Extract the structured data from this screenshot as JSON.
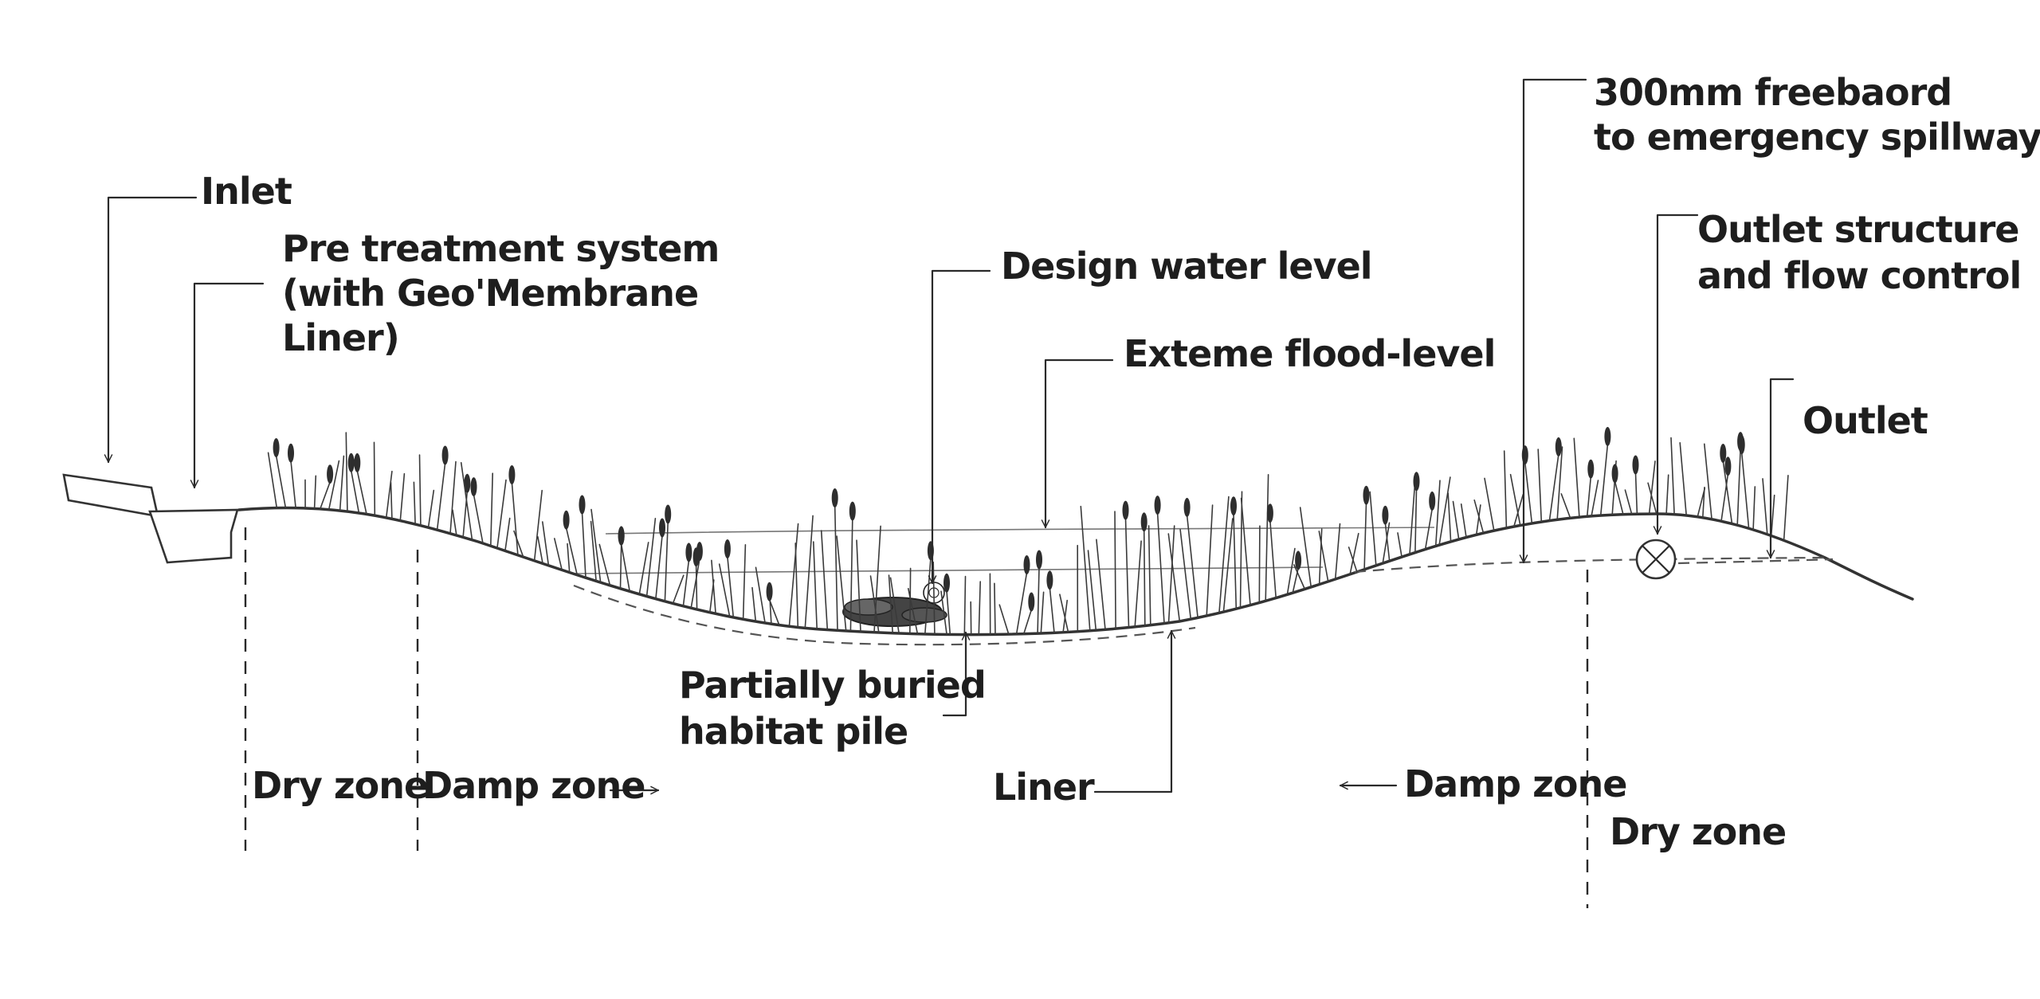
{
  "labels": {
    "inlet": "Inlet",
    "pretreatment_line1": "Pre treatment system",
    "pretreatment_line2": "(with Geo'Membrane",
    "pretreatment_line3": "Liner)",
    "design_water_level": "Design water level",
    "extreme_flood_level": "Exteme flood-level",
    "freeboard_line1": "300mm freebaord",
    "freeboard_line2": "to emergency spillway",
    "outlet_structure_line1": "Outlet structure",
    "outlet_structure_line2": "and flow control",
    "outlet": "Outlet",
    "habitat_pile_line1": "Partially buried",
    "habitat_pile_line2": "habitat pile",
    "liner": "Liner",
    "dry_zone_left": "Dry zone",
    "damp_zone_left": "Damp zone",
    "damp_zone_right": "Damp zone",
    "dry_zone_right": "Dry zone"
  },
  "colors": {
    "ink": "#1e1e1e",
    "paper": "#ffffff"
  }
}
